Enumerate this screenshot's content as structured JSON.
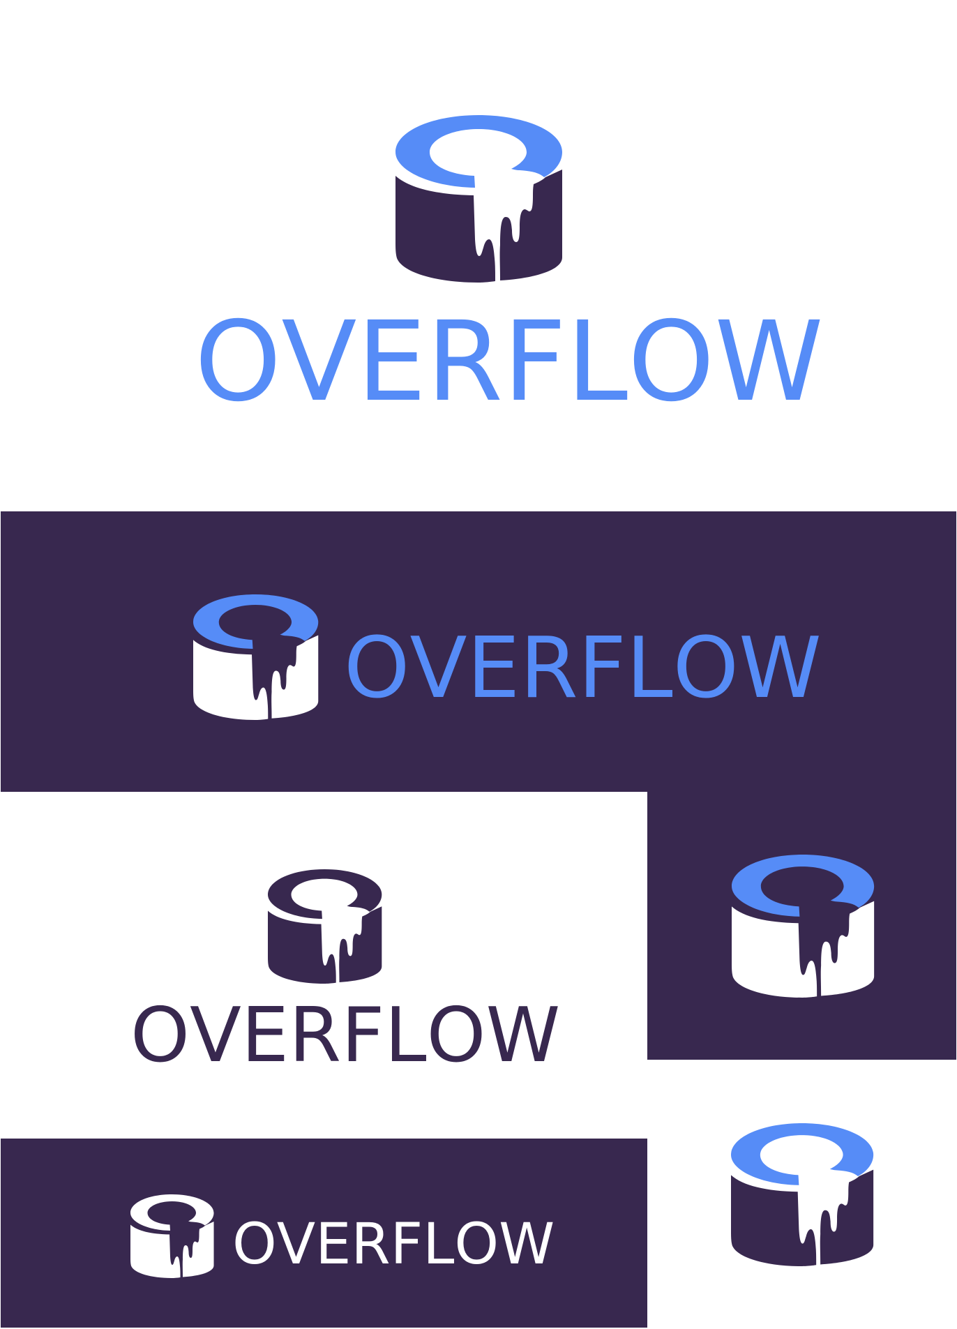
{
  "brand": {
    "name": "OVERFLOW",
    "letters": [
      "O",
      "V",
      "E",
      "R",
      "F",
      "L",
      "O",
      "W"
    ]
  },
  "colors": {
    "navy": "#38284f",
    "blue": "#568cf7",
    "white": "#ffffff"
  },
  "variants": [
    {
      "id": "primary-stacked",
      "background": "white",
      "layout": "stacked",
      "ring": "blue",
      "body": "navy",
      "drip": "white",
      "text_color": "blue"
    },
    {
      "id": "dark-horizontal",
      "background": "navy",
      "layout": "horizontal",
      "ring": "blue",
      "body": "white",
      "drip": "navy",
      "text_color": "blue"
    },
    {
      "id": "mono-stacked",
      "background": "white",
      "layout": "stacked",
      "ring": "navy",
      "body": "navy",
      "drip": "white",
      "text_color": "navy"
    },
    {
      "id": "icon-on-dark",
      "background": "navy",
      "layout": "icon-only",
      "ring": "blue",
      "body": "white",
      "drip": "navy"
    },
    {
      "id": "white-horizontal",
      "background": "navy",
      "layout": "horizontal",
      "ring": "white",
      "body": "white",
      "drip": "navy",
      "text_color": "white"
    },
    {
      "id": "icon-on-light",
      "background": "white",
      "layout": "icon-only",
      "ring": "blue",
      "body": "navy",
      "drip": "white"
    }
  ]
}
